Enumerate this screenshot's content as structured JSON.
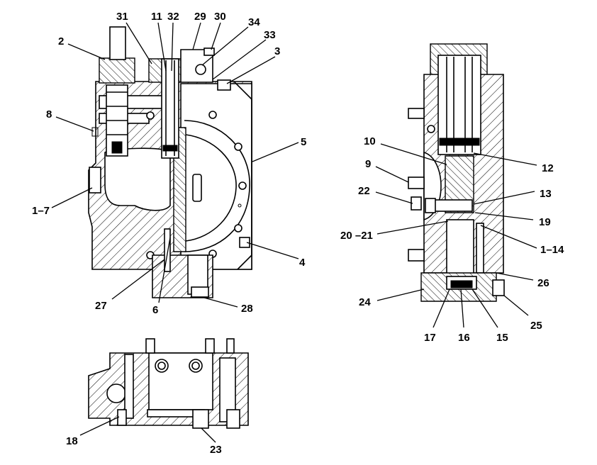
{
  "callouts": {
    "c2": "2",
    "c31": "31",
    "c11": "11",
    "c32": "32",
    "c29": "29",
    "c30": "30",
    "c34": "34",
    "c33": "33",
    "c3": "3",
    "c8": "8",
    "c5": "5",
    "c1_7": "1–7",
    "c4": "4",
    "c27": "27",
    "c6": "6",
    "c28": "28",
    "c10": "10",
    "c9": "9",
    "c22": "22",
    "c12": "12",
    "c13": "13",
    "c19": "19",
    "c20_21": "20 –21",
    "c1_14": "1–14",
    "c26": "26",
    "c24": "24",
    "c25": "25",
    "c17": "17",
    "c16": "16",
    "c15": "15",
    "c18": "18",
    "c23": "23"
  }
}
